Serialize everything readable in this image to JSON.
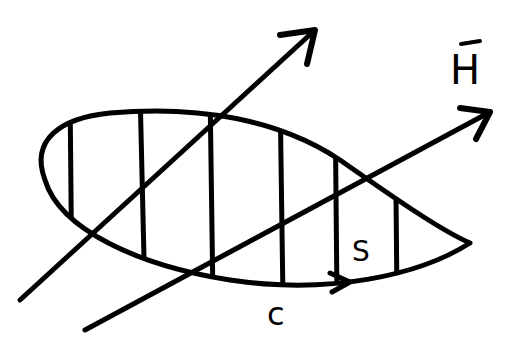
{
  "diagram": {
    "labels": [
      "H",
      "S",
      "c"
    ]
  }
}
